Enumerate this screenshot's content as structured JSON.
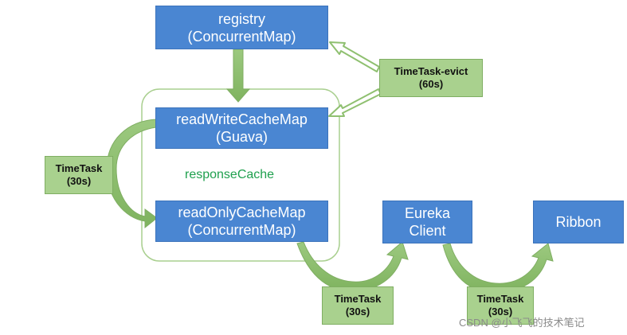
{
  "nodes": {
    "registry": {
      "line1": "registry",
      "line2": "(ConcurrentMap)"
    },
    "read_write_cache": {
      "line1": "readWriteCacheMap",
      "line2": "(Guava)"
    },
    "read_only_cache": {
      "line1": "readOnlyCacheMap",
      "line2": "(ConcurrentMap)"
    },
    "eureka_client": {
      "line1": "Eureka",
      "line2": "Client"
    },
    "ribbon": {
      "line1": "Ribbon"
    }
  },
  "container": {
    "label": "responseCache"
  },
  "timers": {
    "evict": {
      "line1": "TimeTask-evict",
      "line2": "(60s)"
    },
    "cache_sync": {
      "line1": "TimeTask",
      "line2": "(30s)"
    },
    "client_fetch": {
      "line1": "TimeTask",
      "line2": "(30s)"
    },
    "ribbon_refresh": {
      "line1": "TimeTask",
      "line2": "(30s)"
    }
  },
  "watermark": "CSDN @小飞飞的技术笔记",
  "colors": {
    "node_fill": "#4a86d2",
    "timer_fill": "#a9d18e",
    "arrow_fill": "#8fc070",
    "container_stroke": "#a9cf8f",
    "label_text": "#1fa04e"
  }
}
